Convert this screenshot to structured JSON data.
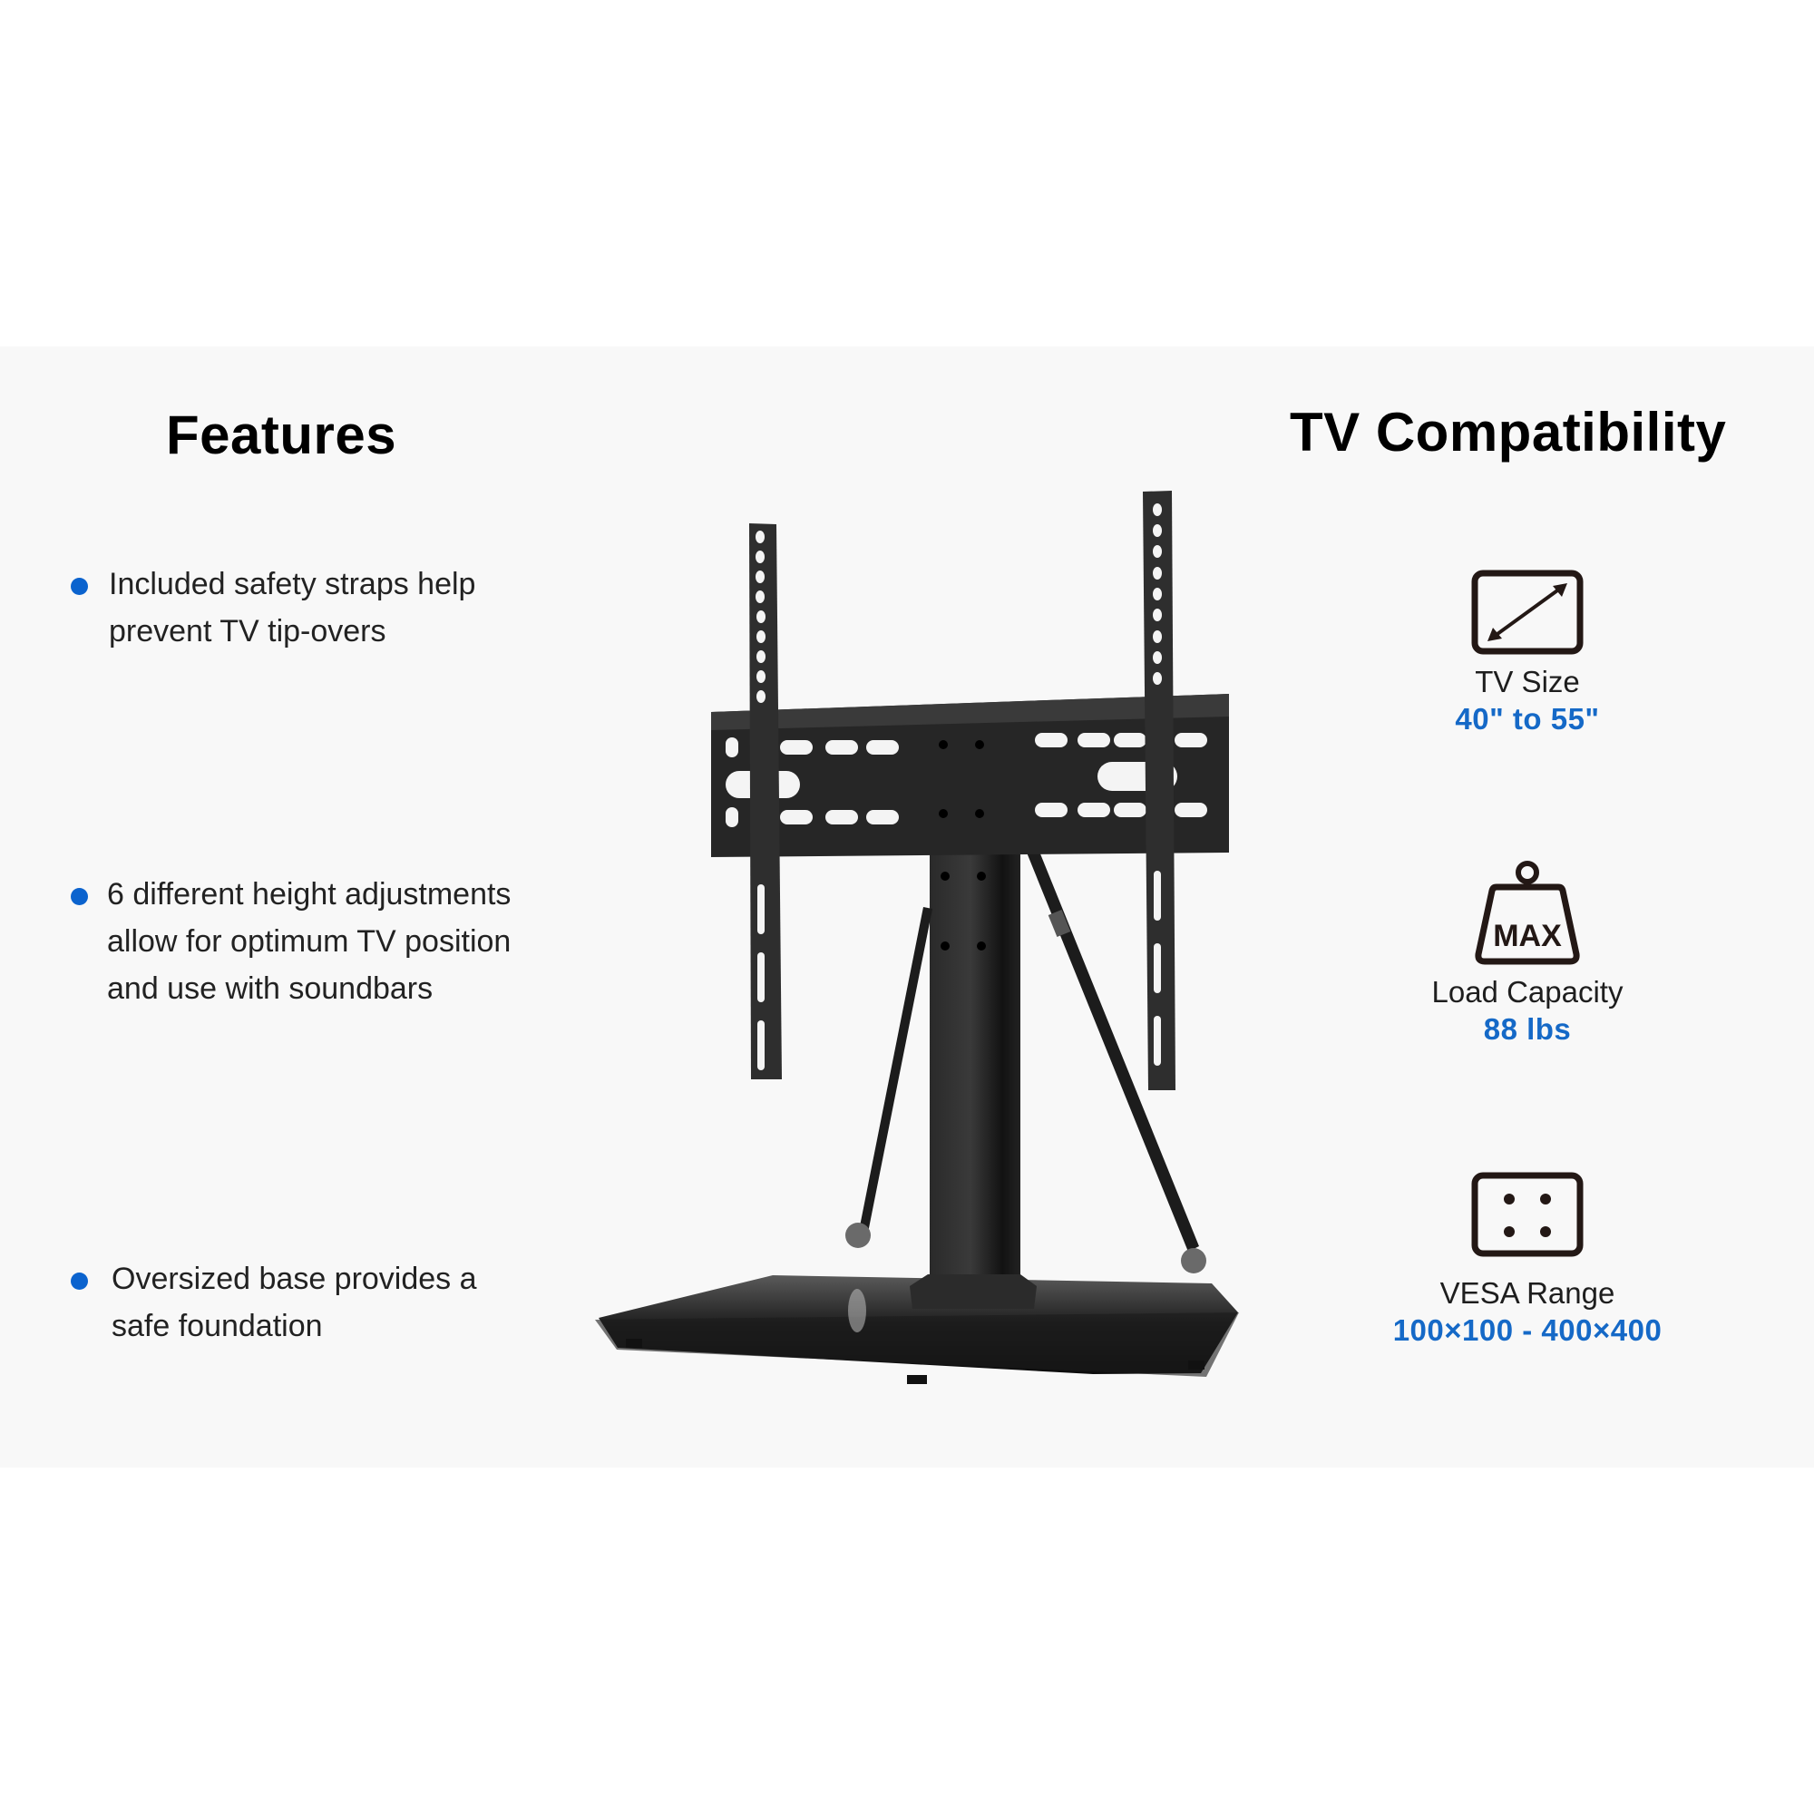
{
  "features": {
    "title": "Features",
    "items": [
      {
        "icon": "bullet-dot",
        "lines": [
          "Included safety straps help",
          "prevent TV tip-overs"
        ]
      },
      {
        "icon": "bullet-dot",
        "lines": [
          "6 different height adjustments",
          "allow for optimum TV position",
          "and use with soundbars"
        ]
      },
      {
        "icon": "bullet-dot",
        "lines": [
          "Oversized base provides a",
          "safe foundation"
        ]
      }
    ]
  },
  "compatibility": {
    "title": "TV Compatibility",
    "specs": [
      {
        "icon": "screen-diagonal-icon",
        "label": "TV Size",
        "value": "40\" to 55\""
      },
      {
        "icon": "max-weight-icon",
        "icon_text": "MAX",
        "label": "Load Capacity",
        "value": "88 lbs"
      },
      {
        "icon": "vesa-pattern-icon",
        "label": "VESA Range",
        "value": "100×100 - 400×400"
      }
    ]
  },
  "product_image": {
    "subject": "tabletop-tv-stand"
  },
  "colors": {
    "accent_blue": "#1569c7",
    "bullet_blue": "#0b63ce",
    "panel_bg": "#f8f8f8",
    "page_bg": "#ffffff"
  }
}
